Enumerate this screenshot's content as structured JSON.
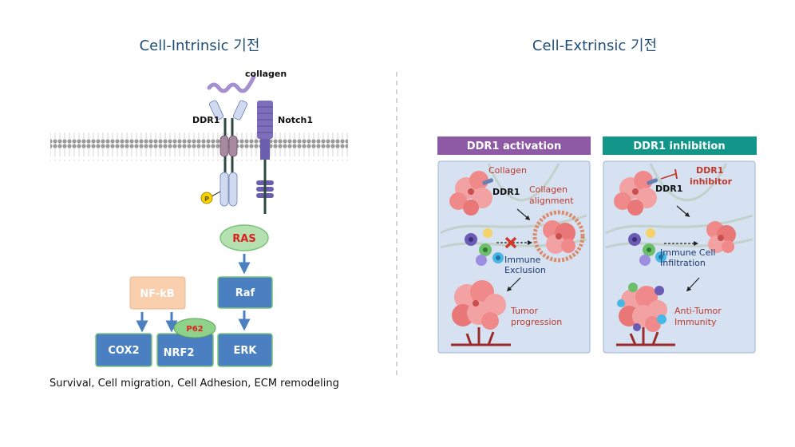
{
  "left": {
    "title": "Cell-Intrinsic 기전",
    "labels": {
      "collagen": "collagen",
      "ddr1": "DDR1",
      "notch1": "Notch1",
      "phospho": "P"
    },
    "nodes": {
      "ras": "RAS",
      "raf": "Raf",
      "erk": "ERK",
      "nfkb": "NF-kB",
      "cox2": "COX2",
      "nrf2": "NRF2",
      "p62": "P62"
    },
    "caption": "Survival, Cell migration, Cell Adhesion, ECM remodeling"
  },
  "right": {
    "title": "Cell-Extrinsic 기전",
    "activation": {
      "header": "DDR1 activation",
      "collagen": "Collagen",
      "ddr1": "DDR1",
      "alignment_1": "Collagen",
      "alignment_2": "alignment",
      "exclusion_1": "Immune",
      "exclusion_2": "Exclusion",
      "progression_1": "Tumor",
      "progression_2": "progression"
    },
    "inhibition": {
      "header": "DDR1 inhibition",
      "inhibitor_1": "DDR1",
      "inhibitor_2": "inhibitor",
      "ddr1": "DDR1",
      "infiltration_1": "Immune Cell",
      "infiltration_2": "Infiltration",
      "immunity_1": "Anti-Tumor",
      "immunity_2": "Immunity"
    }
  },
  "colors": {
    "title_blue": "#1f4e79",
    "node_blue": "#4a7fc1",
    "node_border": "#7cc47a",
    "nfkb_fill": "#f9cfae",
    "ras_fill": "#b5e0b0",
    "p62_fill": "#8fd18a",
    "activation_header": "#8e5aa5",
    "inhibition_header": "#12968a",
    "panel_fill": "#d6e2f2",
    "red_text": "#c0392b",
    "navy_text": "#1f3a6e"
  }
}
